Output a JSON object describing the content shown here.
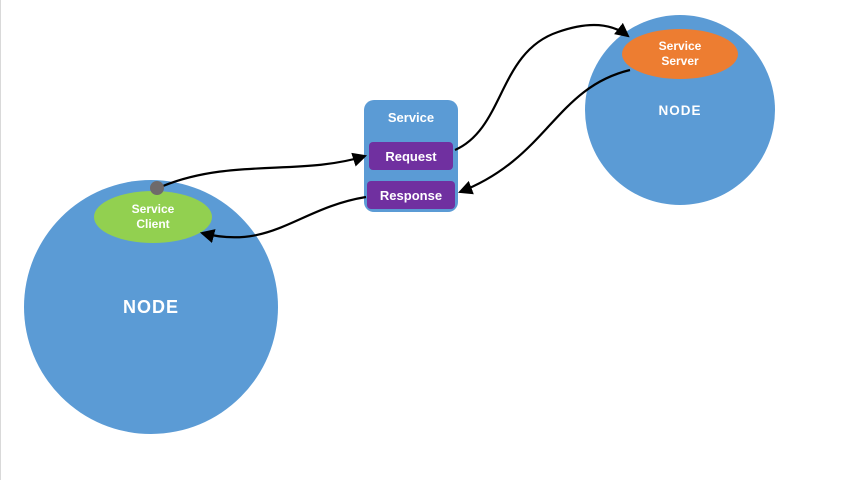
{
  "diagram": {
    "left_node": {
      "label": "NODE"
    },
    "right_node": {
      "label": "NODE"
    },
    "service_client": {
      "line1": "Service",
      "line2": "Client"
    },
    "service_server": {
      "line1": "Service",
      "line2": "Server"
    },
    "service_box": {
      "title": "Service",
      "request": "Request",
      "response": "Response"
    },
    "arrows": [
      {
        "name": "client-to-request",
        "from": "service-client",
        "to": "request"
      },
      {
        "name": "request-to-server",
        "from": "request",
        "to": "service-server"
      },
      {
        "name": "server-to-response",
        "from": "service-server",
        "to": "response"
      },
      {
        "name": "response-to-client",
        "from": "response",
        "to": "service-client"
      }
    ],
    "colors": {
      "node_blue": "#5b9bd5",
      "client_green": "#92d050",
      "server_orange": "#ed7d31",
      "box_purple": "#7030a0",
      "arrow_black": "#000000",
      "dot_gray": "#6e6a6a",
      "label_white": "#ffffff"
    }
  }
}
